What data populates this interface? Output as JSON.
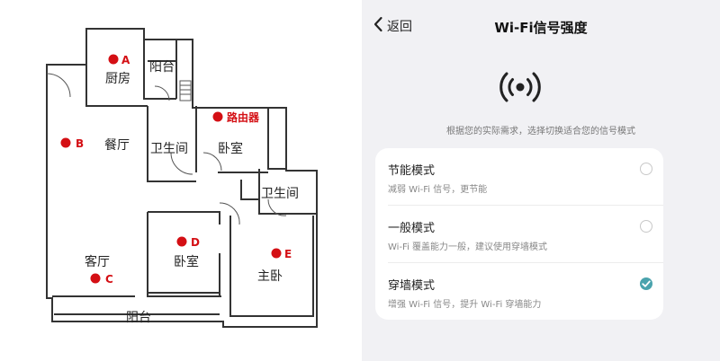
{
  "floorplan": {
    "rooms": {
      "kitchen": "厨房",
      "balcony_top": "阳台",
      "dining": "餐厅",
      "bathroom_1": "卫生间",
      "bedroom_1": "卧室",
      "bathroom_2": "卫生间",
      "bedroom_2": "卧室",
      "living": "客厅",
      "master_bedroom": "主卧",
      "balcony_bottom": "阳台"
    },
    "markers": {
      "a": "A",
      "b": "B",
      "c": "C",
      "d": "D",
      "e": "E",
      "router": "路由器"
    },
    "marker_color": "#d40f14"
  },
  "screen": {
    "back_label": "返回",
    "title": "Wi-Fi信号强度",
    "description": "根据您的实际需求，选择切换适合您的信号模式",
    "accent_color": "#4aa3ad",
    "icons": {
      "back": "chevron-left-icon",
      "signal": "wifi-signal-icon",
      "check": "check-icon"
    },
    "modes": [
      {
        "title": "节能模式",
        "subtitle": "减弱 Wi-Fi 信号，更节能",
        "selected": false
      },
      {
        "title": "一般模式",
        "subtitle": "Wi-Fi 覆盖能力一般，建议使用穿墙模式",
        "selected": false
      },
      {
        "title": "穿墙模式",
        "subtitle": "增强 Wi-Fi 信号，提升 Wi-Fi 穿墙能力",
        "selected": true
      }
    ]
  }
}
